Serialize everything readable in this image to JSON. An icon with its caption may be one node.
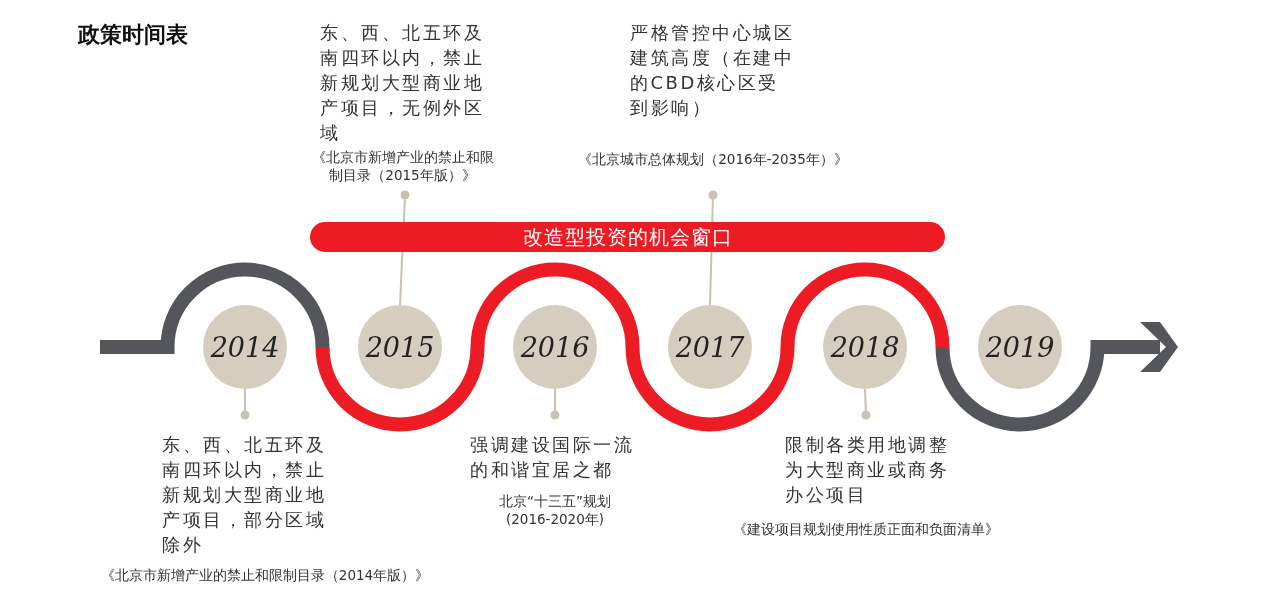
{
  "diagram": {
    "title": "政策时间表",
    "nodes": [
      {
        "text": [
          "东、西、北五环及南四环以内，禁止新规划大型商业地产项目，无例外区域"
        ],
        "beside": [
          "《北京市新增产业的禁止和限制目录（2015年版）》"
        ]
      },
      {
        "text": [
          "严格管控中心城区建筑高度（在建中的CBD核心区受到影响）"
        ],
        "beside": [
          "《北京城市总体规划（2016年-2035年）》"
        ]
      },
      {
        "text": [
          "改造型投资的机会窗口"
        ]
      },
      {
        "text": [
          "2014"
        ]
      },
      {
        "text": [
          "2015"
        ]
      },
      {
        "text": [
          "2016"
        ]
      },
      {
        "text": [
          "2017"
        ]
      },
      {
        "text": [
          "2018"
        ]
      },
      {
        "text": [
          "2019"
        ]
      },
      {
        "text": [
          "东、西、北五环及南四环以内，禁止新规划大型商业地产项目，部分区域除外"
        ],
        "beside": [
          "《北京市新增产业的禁止和限制目录（2014年版）》"
        ]
      },
      {
        "text": [
          "强调建设国际一流的和谐宜居之都"
        ],
        "beside": [
          "北京“十三五”规划 (2016-2020年)"
        ]
      },
      {
        "text": [
          "限制各类用地调整为大型商业或商务办公项目"
        ],
        "beside": [
          "《建设项目规划使用性质正面和负面清单》"
        ]
      }
    ],
    "edges": [
      {
        "from": 0,
        "to": 4,
        "arrow": "other"
      },
      {
        "from": 1,
        "to": 6,
        "arrow": "other"
      },
      {
        "from": 9,
        "to": 3,
        "arrow": "other"
      },
      {
        "from": 10,
        "to": 5,
        "arrow": "other"
      },
      {
        "from": 11,
        "to": 7,
        "arrow": "other"
      }
    ]
  }
}
